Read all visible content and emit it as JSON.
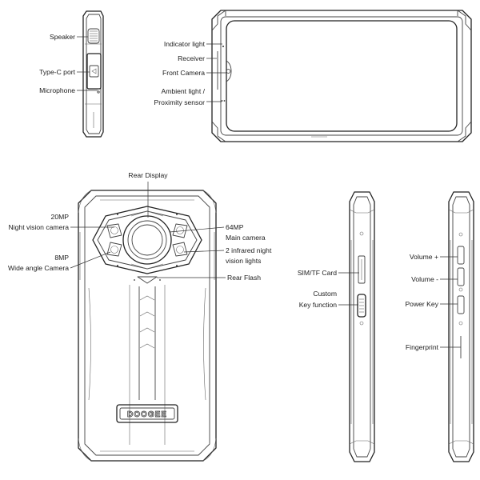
{
  "side_left": {
    "speaker": "Speaker",
    "type_c_port": "Type-C port",
    "microphone": "Microphone"
  },
  "front": {
    "indicator_light": "Indicator light",
    "receiver": "Receiver",
    "front_camera": "Front Camera",
    "ambient_light_1": "Ambient light /",
    "ambient_light_2": "Proximity sensor"
  },
  "rear": {
    "rear_display": "Rear Display",
    "cam20_1": "20MP",
    "cam20_2": "Night vision camera",
    "cam8_1": "8MP",
    "cam8_2": "Wide angle Camera",
    "cam64_1": "64MP",
    "cam64_2": "Main camera",
    "ir_1": "2  infrared night",
    "ir_2": "vision lights",
    "rear_flash": "Rear Flash",
    "brand_logo": "DOOGEE"
  },
  "side_view_a": {
    "sim_card": "SIM/TF Card",
    "custom_key_1": "Custom",
    "custom_key_2": "Key function"
  },
  "side_view_b": {
    "volume_up": "Volume +",
    "volume_down": "Volume -",
    "power_key": "Power Key",
    "fingerprint": "Fingerprint"
  }
}
